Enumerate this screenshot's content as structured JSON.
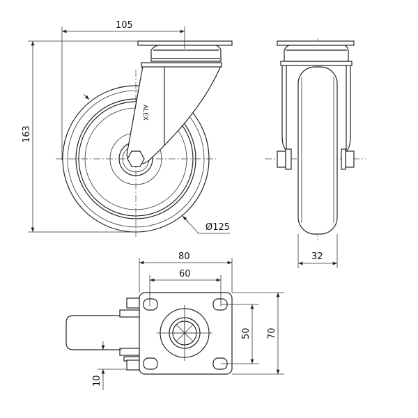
{
  "title": "Swivel castor technical drawing",
  "logo_text": "ALEX",
  "dimensions": {
    "offset": "105",
    "height": "163",
    "wheel_diameter": "Ø125",
    "wheel_width": "32",
    "plate_width": "80",
    "hole_spacing_x": "60",
    "hole_spacing_y": "50",
    "plate_length": "70",
    "offset_small": "10"
  },
  "colors": {
    "line": "#222222",
    "background": "#ffffff"
  }
}
